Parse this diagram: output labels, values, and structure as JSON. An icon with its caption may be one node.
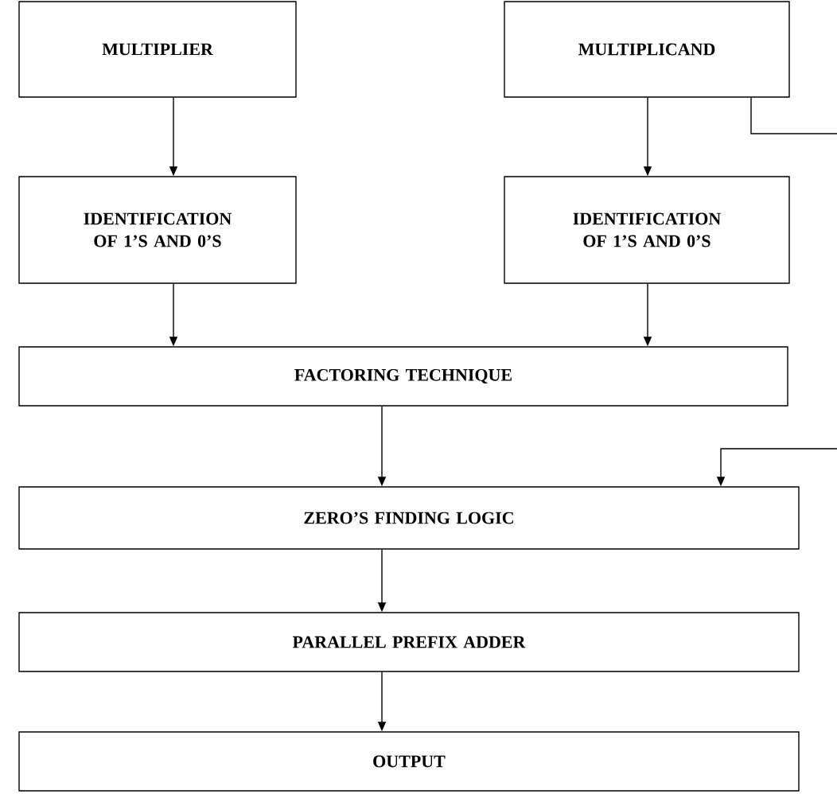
{
  "diagram": {
    "nodes": [
      {
        "text": [
          "MULTIPLIER"
        ]
      },
      {
        "text": [
          "MULTIPLICAND"
        ]
      },
      {
        "text": [
          "IDENTIFICATION OF 1’S AND 0’S"
        ]
      },
      {
        "text": [
          "IDENTIFICATION OF 1’S AND 0’S"
        ]
      },
      {
        "text": [
          "FACTORING TECHNIQUE"
        ]
      },
      {
        "text": [
          "ZERO’S FINDING LOGIC"
        ]
      },
      {
        "text": [
          "PARALLEL PREFIX ADDER"
        ]
      },
      {
        "text": [
          "OUTPUT"
        ]
      }
    ],
    "edges": [
      {
        "from": 0,
        "to": 2,
        "arrow": "to"
      },
      {
        "from": 1,
        "to": 3,
        "arrow": "to"
      },
      {
        "from": 2,
        "to": 4,
        "arrow": "to"
      },
      {
        "from": 3,
        "to": 4,
        "arrow": "to"
      },
      {
        "from": 1,
        "to": 5,
        "arrow": "to"
      },
      {
        "from": 4,
        "to": 5,
        "arrow": "to"
      },
      {
        "from": 5,
        "to": 6,
        "arrow": "to"
      },
      {
        "from": 6,
        "to": 7,
        "arrow": "to"
      }
    ]
  }
}
